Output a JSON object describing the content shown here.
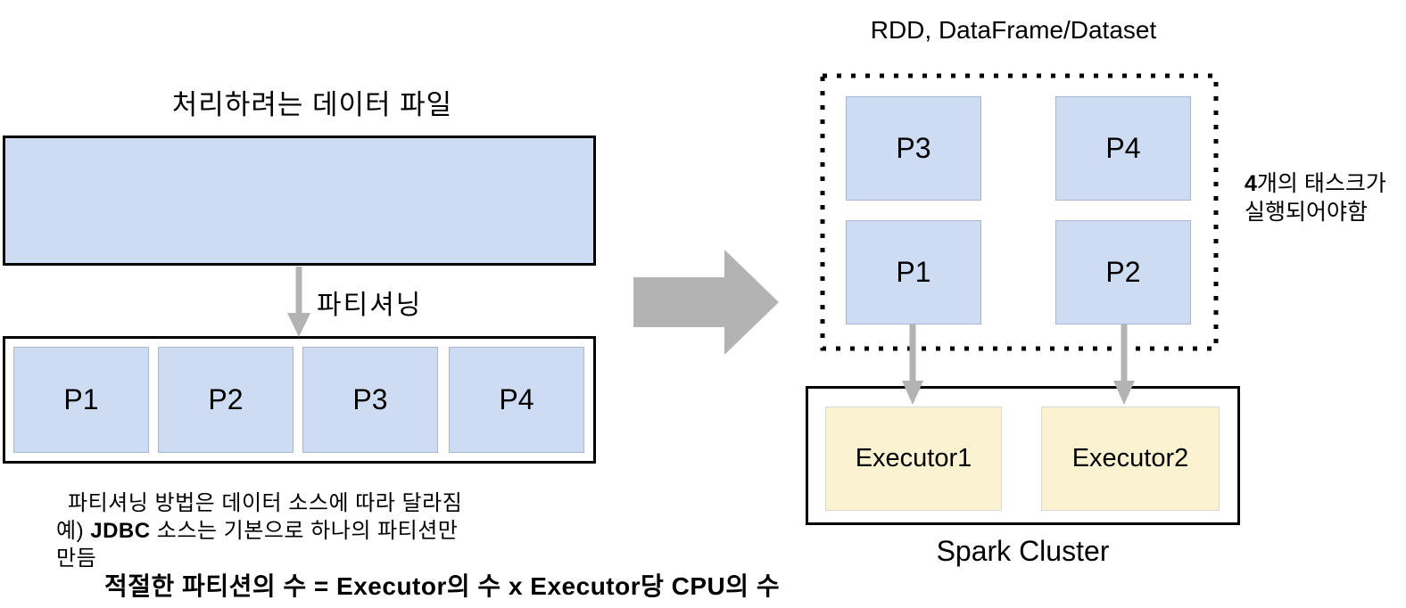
{
  "left": {
    "title": "처리하려는 데이터 파일",
    "partitioning_label": "파티셔닝",
    "partitions": [
      "P1",
      "P2",
      "P3",
      "P4"
    ],
    "caption": {
      "line1": "파티셔닝 방법은 데이터 소스에 따라 달라짐",
      "line2_prefix": "예) ",
      "line2_bold": "JDBC",
      "line2_rest": " 소스는 기본으로 하나의 파티션만",
      "line3": "만듬"
    },
    "formula": "적절한 파티션의 수 = Executor의 수 x Executor당 CPU의 수"
  },
  "right": {
    "title": "RDD, DataFrame/Dataset",
    "grid_partitions": {
      "top_left": "P3",
      "top_right": "P4",
      "bottom_left": "P1",
      "bottom_right": "P2"
    },
    "annotation": {
      "line1_bold": "4",
      "line1_rest": "개의 태스크가",
      "line2": "실행되어야함"
    },
    "cluster": {
      "label": "Spark Cluster",
      "executor1": "Executor1",
      "executor2": "Executor2"
    }
  },
  "colors": {
    "partition_fill": "#cedcf3",
    "partition_border": "#a9b6cf",
    "executor_fill": "#fbf2d1",
    "executor_border": "#d8d8d8",
    "arrow": "#b3b3b3",
    "outline": "#000000"
  }
}
